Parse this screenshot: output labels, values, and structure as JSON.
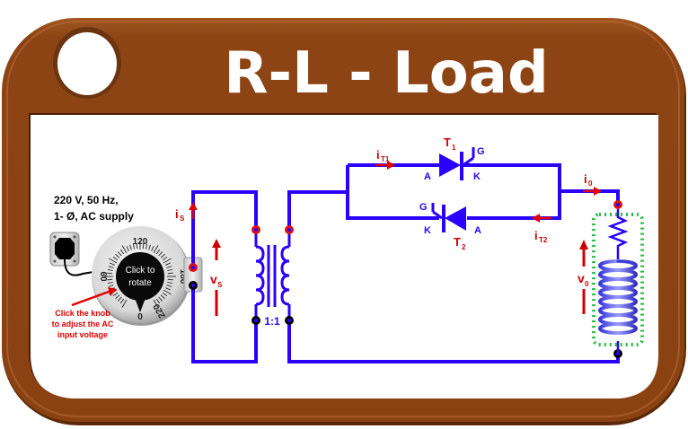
{
  "title": "R-L - Load",
  "colors": {
    "frame": "#8b4513",
    "wire": "#2a00ff",
    "label_red": "#cc0000",
    "dotted_box": "#22bb44"
  },
  "supply": {
    "line1": "220 V, 50 Hz,",
    "line2": "1- Ø, AC supply",
    "icon": "power-socket-icon"
  },
  "knob": {
    "label_line1": "Click to",
    "label_line2": "rotate",
    "scale": [
      "0",
      "60",
      "120",
      "180",
      "220"
    ],
    "hint_line1": "Click the knob",
    "hint_line2": "to adjust the AC",
    "hint_line3": "input voltage"
  },
  "transformer": {
    "ratio": "1:1"
  },
  "labels": {
    "i_s": "i",
    "i_s_sub": "S",
    "v_s": "v",
    "v_s_sub": "S",
    "i_t1": "i",
    "i_t1_sub": "T1",
    "i_t2": "i",
    "i_t2_sub": "T2",
    "i_0": "i",
    "i_0_sub": "0",
    "v_0": "v",
    "v_0_sub": "0"
  },
  "thyristors": {
    "t1": {
      "name": "T",
      "sub": "1",
      "anode": "A",
      "cathode": "K",
      "gate": "G"
    },
    "t2": {
      "name": "T",
      "sub": "2",
      "anode": "A",
      "cathode": "K",
      "gate": "G"
    }
  }
}
